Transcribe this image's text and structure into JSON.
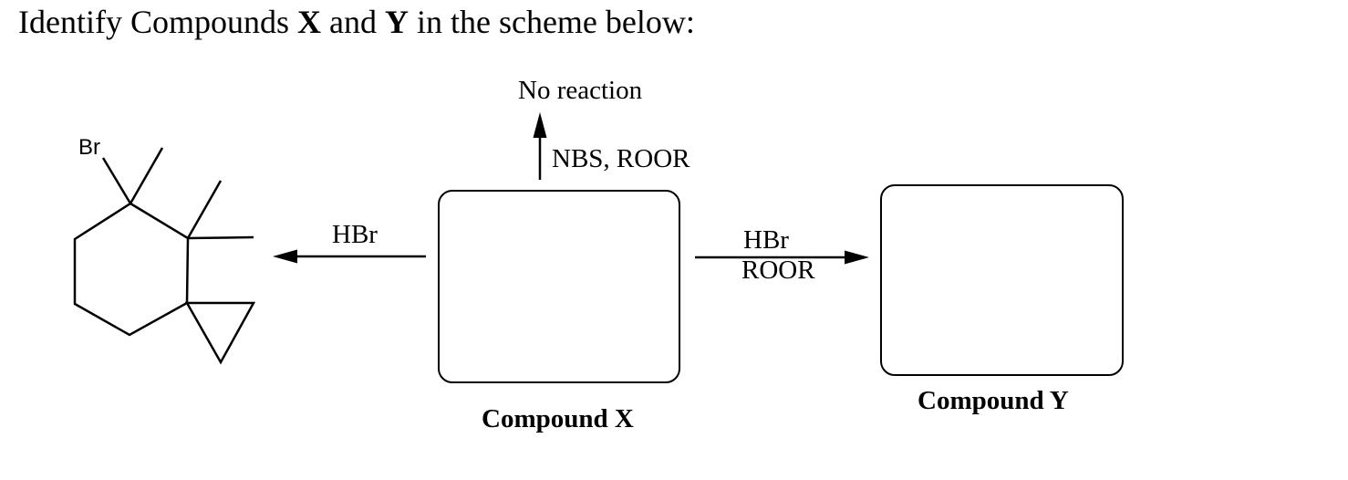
{
  "page": {
    "background": "#ffffff",
    "ink": "#000000"
  },
  "title": {
    "prefix": "Identify Compounds ",
    "compound_x": "X",
    "conjunction": " and ",
    "compound_y": "Y",
    "suffix": " in the scheme below:"
  },
  "scheme": {
    "left_product": {
      "bromine_label": "Br"
    },
    "top_path": {
      "result": "No reaction",
      "reagents": "NBS, ROOR"
    },
    "left_path": {
      "reagents": "HBr"
    },
    "right_path": {
      "reagents_line1": "HBr",
      "reagents_line2": "ROOR"
    },
    "unknowns": {
      "compound_x_label": "Compound X",
      "compound_y_label": "Compound Y"
    }
  }
}
